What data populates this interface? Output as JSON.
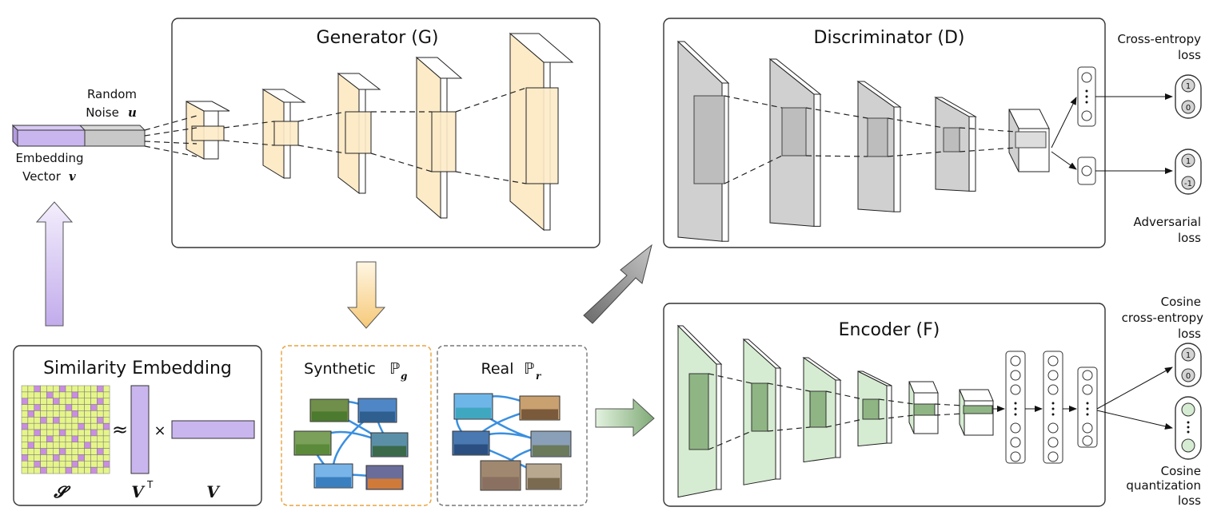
{
  "generator": {
    "title": "Generator (G)"
  },
  "discriminator": {
    "title": "Discriminator (D)"
  },
  "encoder": {
    "title": "Encoder (F)"
  },
  "similarity": {
    "title": "Similarity Embedding",
    "s_label": "𝓢",
    "vt_label": "V",
    "vt_sup": "T",
    "v_label": "V",
    "approx": "≈",
    "times": "×"
  },
  "noise": {
    "line1": "Random",
    "line2": "Noise",
    "var": "u"
  },
  "embedding": {
    "line1": "Embedding",
    "line2": "Vector",
    "var": "v"
  },
  "synthetic": {
    "label": "Synthetic",
    "sym": "ℙ",
    "sub": "g"
  },
  "real": {
    "label": "Real",
    "sym": "ℙ",
    "sub": "r"
  },
  "losses": {
    "cross_entropy": [
      "Cross-entropy",
      "loss"
    ],
    "adversarial": [
      "Adversarial",
      "loss"
    ],
    "cosine_ce": [
      "Cosine",
      "cross-entropy",
      "loss"
    ],
    "cosine_quant": [
      "Cosine",
      "quantization",
      "loss"
    ]
  },
  "outputs": {
    "ce_top": "1",
    "ce_bottom": "0",
    "adv_top": "1",
    "adv_bottom": "-1",
    "enc_top": "1",
    "enc_bottom": "0"
  },
  "colors": {
    "generator": "#fdebc8",
    "discriminator": "#d0d0d0",
    "encoder": "#d6ecd2",
    "embedding": "#c9b6ee",
    "grid_fill": "#e6f58a",
    "grid_mark": "#c98ee0",
    "link": "#3a8fe0",
    "synthetic_border": "#e8a23a",
    "real_border": "#777777"
  }
}
